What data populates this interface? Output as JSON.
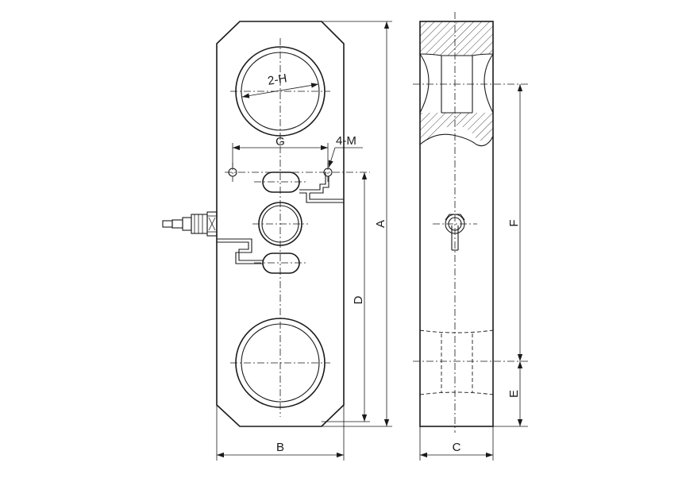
{
  "labels": {
    "hole_dia": "2-H",
    "bolt_holes": "4-M",
    "dim_g": "G",
    "dim_a": "A",
    "dim_d": "D",
    "dim_b": "B",
    "dim_c": "C",
    "dim_f": "F",
    "dim_e": "E"
  }
}
